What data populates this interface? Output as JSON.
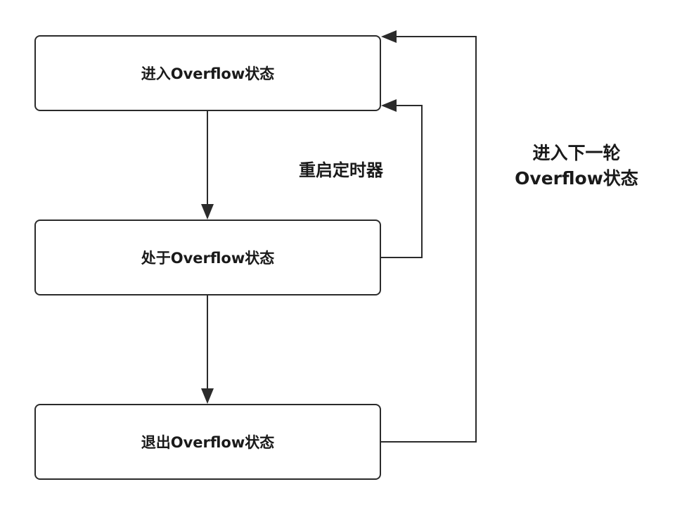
{
  "diagram": {
    "nodes": {
      "enter": "进入Overflow状态",
      "in": "处于Overflow状态",
      "exit": "退出Overflow状态"
    },
    "edges": {
      "restart_timer": "重启定时器",
      "next_round_line1": "进入下一轮",
      "next_round_line2": "Overflow状态"
    },
    "colors": {
      "stroke": "#2b2b2b",
      "text": "#1a1a1a",
      "background": "#ffffff"
    }
  }
}
